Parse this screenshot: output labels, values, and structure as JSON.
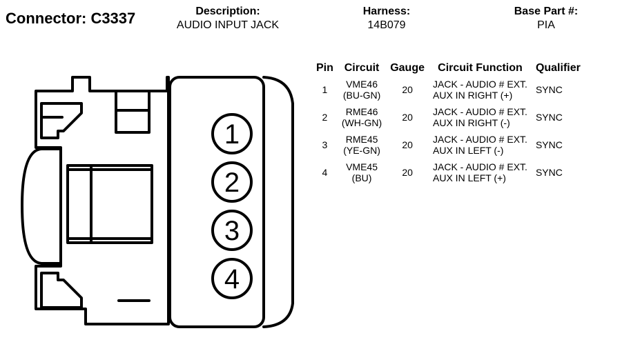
{
  "connector": {
    "title": "Connector: C3337"
  },
  "header": {
    "description_label": "Description:",
    "description_value": "AUDIO INPUT JACK",
    "harness_label": "Harness:",
    "harness_value": "14B079",
    "base_part_label": "Base Part #:",
    "base_part_value": "PIA"
  },
  "table": {
    "columns": [
      "Pin",
      "Circuit",
      "Gauge",
      "Circuit Function",
      "Qualifier"
    ],
    "rows": [
      {
        "pin": "1",
        "circuit_line1": "VME46",
        "circuit_line2": "(BU-GN)",
        "gauge": "20",
        "function_line1": "JACK - AUDIO # EXT.",
        "function_line2": "AUX IN RIGHT (+)",
        "qualifier": "SYNC"
      },
      {
        "pin": "2",
        "circuit_line1": "RME46",
        "circuit_line2": "(WH-GN)",
        "gauge": "20",
        "function_line1": "JACK - AUDIO # EXT.",
        "function_line2": "AUX IN RIGHT (-)",
        "qualifier": "SYNC"
      },
      {
        "pin": "3",
        "circuit_line1": "RME45",
        "circuit_line2": "(YE-GN)",
        "gauge": "20",
        "function_line1": "JACK - AUDIO # EXT.",
        "function_line2": "AUX IN LEFT (-)",
        "qualifier": "SYNC"
      },
      {
        "pin": "4",
        "circuit_line1": "VME45",
        "circuit_line2": "(BU)",
        "gauge": "20",
        "function_line1": "JACK - AUDIO # EXT.",
        "function_line2": "AUX IN LEFT (+)",
        "qualifier": "SYNC"
      }
    ]
  },
  "diagram": {
    "pin_labels": [
      "1",
      "2",
      "3",
      "4"
    ]
  }
}
